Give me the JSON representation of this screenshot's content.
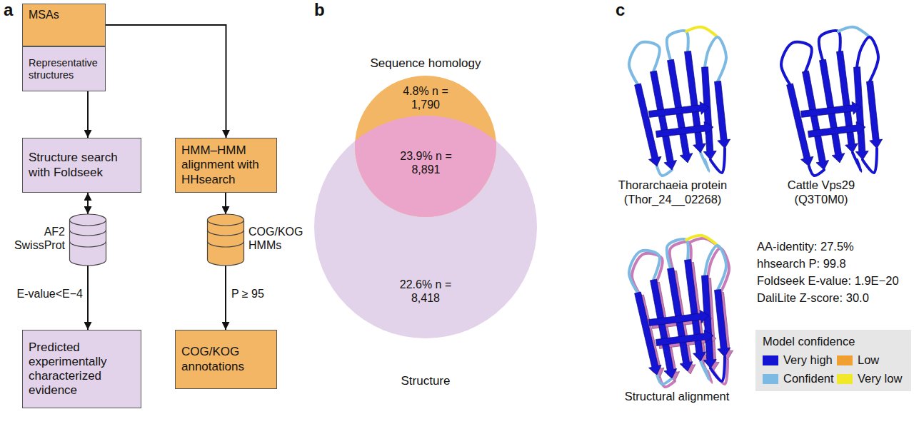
{
  "diagram": {
    "nodes": [
      {
        "text": [
          "MSAs"
        ]
      },
      {
        "text": [
          "Representative structures"
        ]
      },
      {
        "text": [
          "Structure search with Foldseek"
        ]
      },
      {
        "text": [
          "HMM–HMM alignment with HHsearch"
        ]
      },
      {
        "text": [
          "AF2 SwissProt"
        ]
      },
      {
        "text": [
          "COG/KOG HMMs"
        ]
      },
      {
        "text": [
          "Predicted experimentally characterized evidence"
        ]
      },
      {
        "text": [
          "COG/KOG annotations"
        ]
      },
      {
        "text": [
          "Sequence homology",
          "4.8% n = 1,790"
        ]
      },
      {
        "text": [
          "23.9% n = 8,891"
        ]
      },
      {
        "text": [
          "22.6% n = 8,418",
          "Structure"
        ]
      }
    ],
    "edges": [
      {
        "from": 1,
        "to": 2,
        "arrow": "to"
      },
      {
        "from": 0,
        "to": 3,
        "arrow": "to"
      },
      {
        "from": 2,
        "to": 4,
        "arrow": "both"
      },
      {
        "from": 3,
        "to": 5,
        "arrow": "to"
      },
      {
        "from": 4,
        "to": 6,
        "label": "E-value<E−4",
        "arrow": "to"
      },
      {
        "from": 5,
        "to": 7,
        "label": "P ≥ 95",
        "arrow": "to"
      }
    ],
    "labels": [
      "a",
      "b",
      "c",
      "Thorarchaeia protein (Thor_24__02268)",
      "Cattle Vps29 (Q3T0M0)",
      "Structural alignment",
      "AA-identity: 27.5%",
      "hhsearch P: 99.8",
      "Foldseek E-value: 1.9E−20",
      "DaliLite Z-score: 30.0",
      "Model confidence"
    ],
    "legend": [
      {
        "text": "Very high",
        "color": "#1414d2"
      },
      {
        "text": "Confident",
        "color": "#7cb9e3"
      },
      {
        "text": "Low",
        "color": "#f0a030"
      },
      {
        "text": "Very low",
        "color": "#f2e82a"
      }
    ]
  }
}
